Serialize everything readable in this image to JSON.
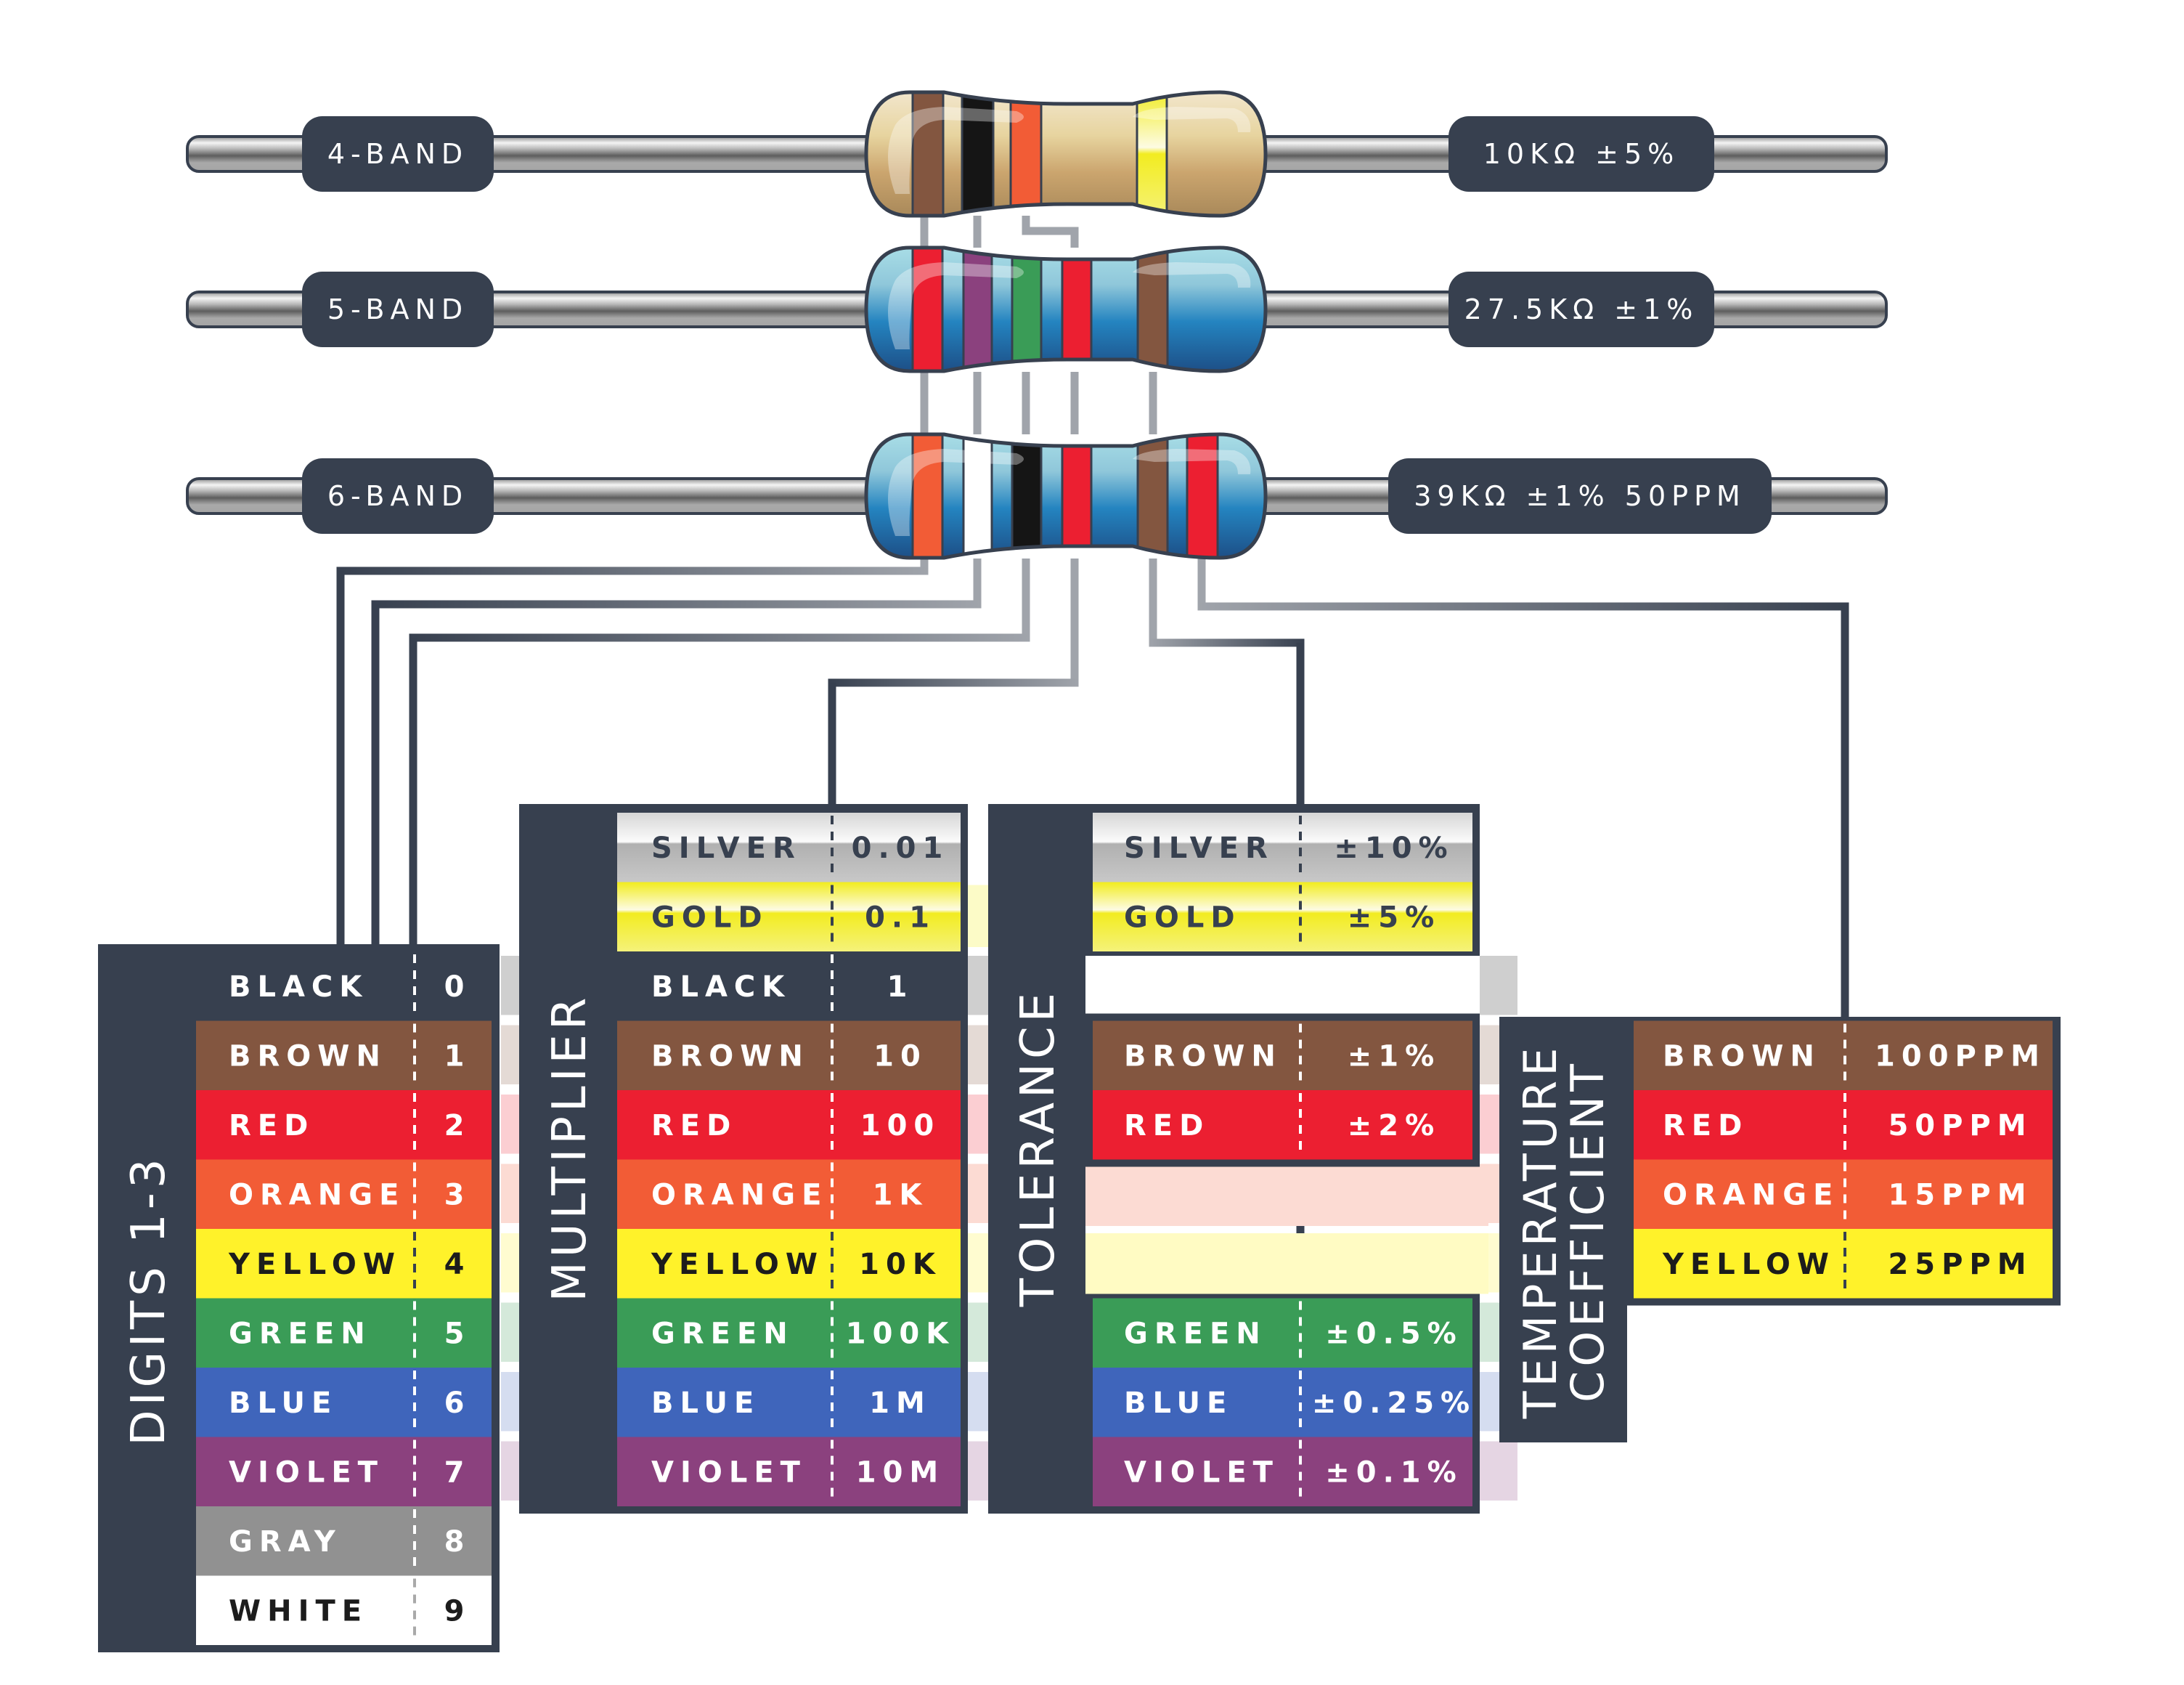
{
  "colors": {
    "panel": "#37404f",
    "connector_light": "#a0a4ab",
    "black": "#131313",
    "brown": "#835640",
    "red": "#ec1f31",
    "orange": "#f25c36",
    "yellow": "#fff22a",
    "green": "#3a9c57",
    "blue": "#3f65bb",
    "violet": "#8b417e",
    "gray": "#919191",
    "white": "#ffffff",
    "silver_top": "#efefef",
    "silver_bottom": "#b0b0b0",
    "gold_top": "#f3ee1f",
    "gold_bottom": "#f6f27a",
    "beige_body": "#dcc08e",
    "blue_body": "#2b86c0"
  },
  "resistors": [
    {
      "id": "4-band",
      "label": "4-BAND",
      "value_label": "10KΩ  ±5%",
      "body": "beige",
      "bands": [
        {
          "color": "brown",
          "role": "digit"
        },
        {
          "color": "black",
          "role": "digit"
        },
        {
          "color": "orange",
          "role": "multiplier"
        },
        {
          "color": "gold",
          "role": "tolerance"
        }
      ]
    },
    {
      "id": "5-band",
      "label": "5-BAND",
      "value_label": "27.5KΩ  ±1%",
      "body": "blue",
      "bands": [
        {
          "color": "red",
          "role": "digit"
        },
        {
          "color": "violet",
          "role": "digit"
        },
        {
          "color": "green",
          "role": "digit"
        },
        {
          "color": "red",
          "role": "multiplier"
        },
        {
          "color": "brown",
          "role": "tolerance"
        }
      ]
    },
    {
      "id": "6-band",
      "label": "6-BAND",
      "value_label": "39KΩ ±1% 50PPM",
      "body": "blue",
      "bands": [
        {
          "color": "orange",
          "role": "digit"
        },
        {
          "color": "white",
          "role": "digit"
        },
        {
          "color": "black",
          "role": "digit"
        },
        {
          "color": "red",
          "role": "multiplier"
        },
        {
          "color": "brown",
          "role": "tolerance"
        },
        {
          "color": "red",
          "role": "temperature-coefficient"
        }
      ]
    }
  ],
  "tables": {
    "digits": {
      "title": "DIGITS 1-3",
      "rows": [
        {
          "color": "black",
          "name": "BLACK",
          "value": "0"
        },
        {
          "color": "brown",
          "name": "BROWN",
          "value": "1"
        },
        {
          "color": "red",
          "name": "RED",
          "value": "2"
        },
        {
          "color": "orange",
          "name": "ORANGE",
          "value": "3"
        },
        {
          "color": "yellow",
          "name": "YELLOW",
          "value": "4"
        },
        {
          "color": "green",
          "name": "GREEN",
          "value": "5"
        },
        {
          "color": "blue",
          "name": "BLUE",
          "value": "6"
        },
        {
          "color": "violet",
          "name": "VIOLET",
          "value": "7"
        },
        {
          "color": "gray",
          "name": "GRAY",
          "value": "8"
        },
        {
          "color": "white",
          "name": "WHITE",
          "value": "9"
        }
      ]
    },
    "multiplier": {
      "title": "MULTIPLIER",
      "rows": [
        {
          "color": "silver",
          "name": "SILVER",
          "value": "0.01"
        },
        {
          "color": "gold",
          "name": "GOLD",
          "value": "0.1"
        },
        {
          "color": "black",
          "name": "BLACK",
          "value": "1"
        },
        {
          "color": "brown",
          "name": "BROWN",
          "value": "10"
        },
        {
          "color": "red",
          "name": "RED",
          "value": "100"
        },
        {
          "color": "orange",
          "name": "ORANGE",
          "value": "1K"
        },
        {
          "color": "yellow",
          "name": "YELLOW",
          "value": "10K"
        },
        {
          "color": "green",
          "name": "GREEN",
          "value": "100K"
        },
        {
          "color": "blue",
          "name": "BLUE",
          "value": "1M"
        },
        {
          "color": "violet",
          "name": "VIOLET",
          "value": "10M"
        }
      ]
    },
    "tolerance": {
      "title": "TOLERANCE",
      "rows": [
        {
          "color": "silver",
          "name": "SILVER",
          "value": "±10%"
        },
        {
          "color": "gold",
          "name": "GOLD",
          "value": "±5%"
        },
        {
          "color": "brown",
          "name": "BROWN",
          "value": "±1%"
        },
        {
          "color": "red",
          "name": "RED",
          "value": "±2%"
        },
        {
          "color": "green",
          "name": "GREEN",
          "value": "±0.5%"
        },
        {
          "color": "blue",
          "name": "BLUE",
          "value": "±0.25%"
        },
        {
          "color": "violet",
          "name": "VIOLET",
          "value": "±0.1%"
        }
      ]
    },
    "temperature_coefficient": {
      "title_line1": "TEMPERATURE",
      "title_line2": "COEFFICIENT",
      "rows": [
        {
          "color": "brown",
          "name": "BROWN",
          "value": "100PPM"
        },
        {
          "color": "red",
          "name": "RED",
          "value": "50PPM"
        },
        {
          "color": "orange",
          "name": "ORANGE",
          "value": "15PPM"
        },
        {
          "color": "yellow",
          "name": "YELLOW",
          "value": "25PPM"
        }
      ]
    }
  }
}
